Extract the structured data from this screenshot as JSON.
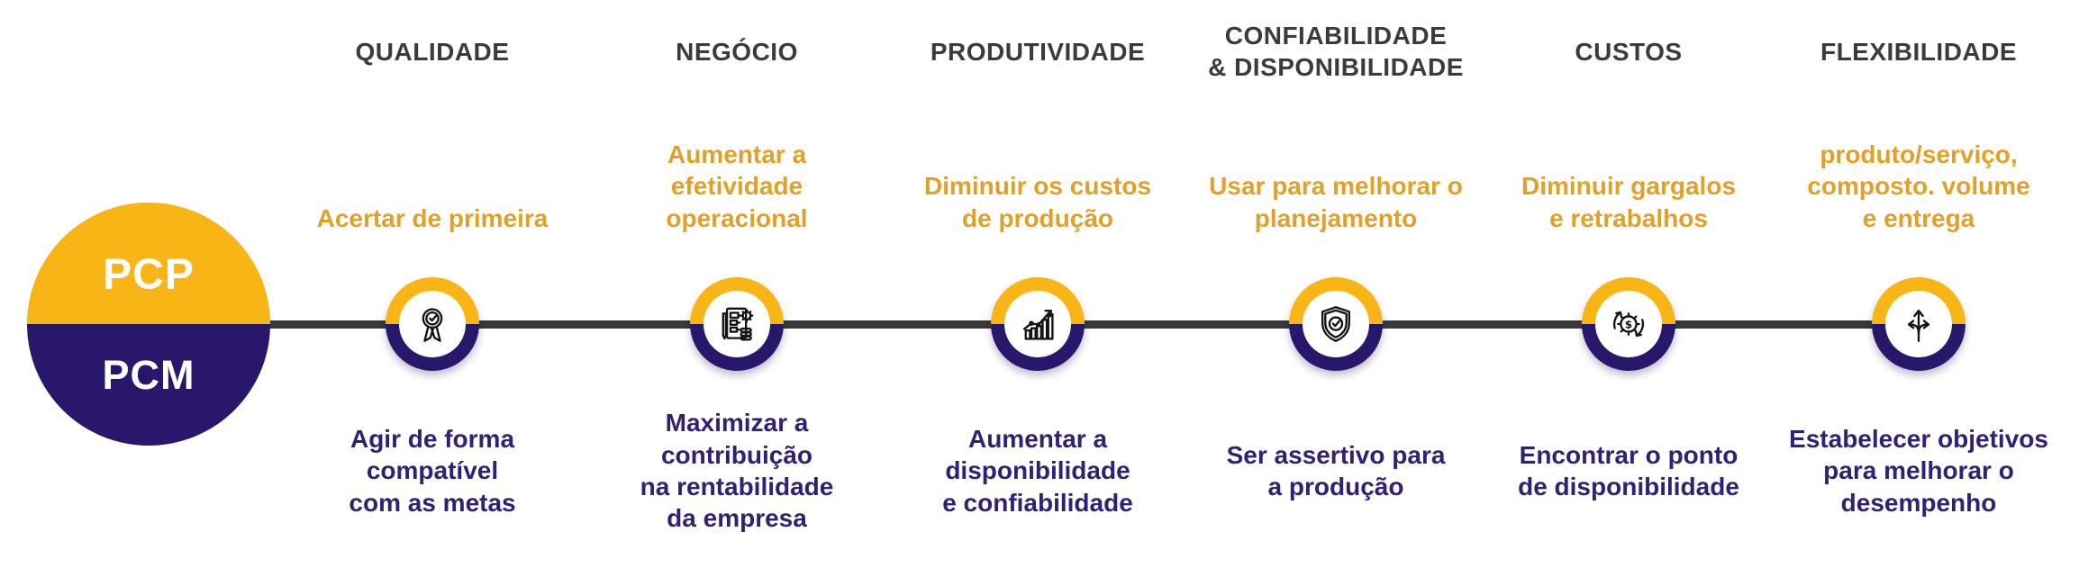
{
  "brand": {
    "top_label": "PCP",
    "bottom_label": "PCM"
  },
  "colors": {
    "yellow": "#F8B515",
    "navy": "#29176B",
    "orange_text": "#E2A126",
    "navy_text": "#2D2274",
    "header": "#3B3B3B",
    "line": "#3A3A3A"
  },
  "columns": [
    {
      "header": "QUALIDADE",
      "pcp_text": "Acertar de primeira",
      "pcm_text": "Agir de forma\ncompatível\ncom as metas",
      "icon": "award-ribbon-icon"
    },
    {
      "header": "NEGÓCIO",
      "pcp_text": "Aumentar a\nefetividade\noperacional",
      "pcm_text": "Maximizar a\ncontribuição\nna rentabilidade\nda empresa",
      "icon": "document-gear-icon"
    },
    {
      "header": "PRODUTIVIDADE",
      "pcp_text": "Diminuir os custos\nde produção",
      "pcm_text": "Aumentar a\ndisponibilidade\ne confiabilidade",
      "icon": "growth-chart-icon"
    },
    {
      "header": "CONFIABILIDADE\n& DISPONIBILIDADE",
      "pcp_text": "Usar para melhorar o\nplanejamento",
      "pcm_text": "Ser assertivo para\na produção",
      "icon": "shield-check-icon"
    },
    {
      "header": "CUSTOS",
      "pcp_text": "Diminuir gargalos\ne retrabalhos",
      "pcm_text": "Encontrar o ponto\nde disponibilidade",
      "icon": "gear-dollar-icon"
    },
    {
      "header": "FLEXIBILIDADE",
      "pcp_text": "produto/serviço,\ncomposto. volume\ne entrega",
      "pcm_text": "Estabelecer objetivos\npara melhorar o\ndesempenho",
      "icon": "branch-arrows-icon"
    }
  ]
}
